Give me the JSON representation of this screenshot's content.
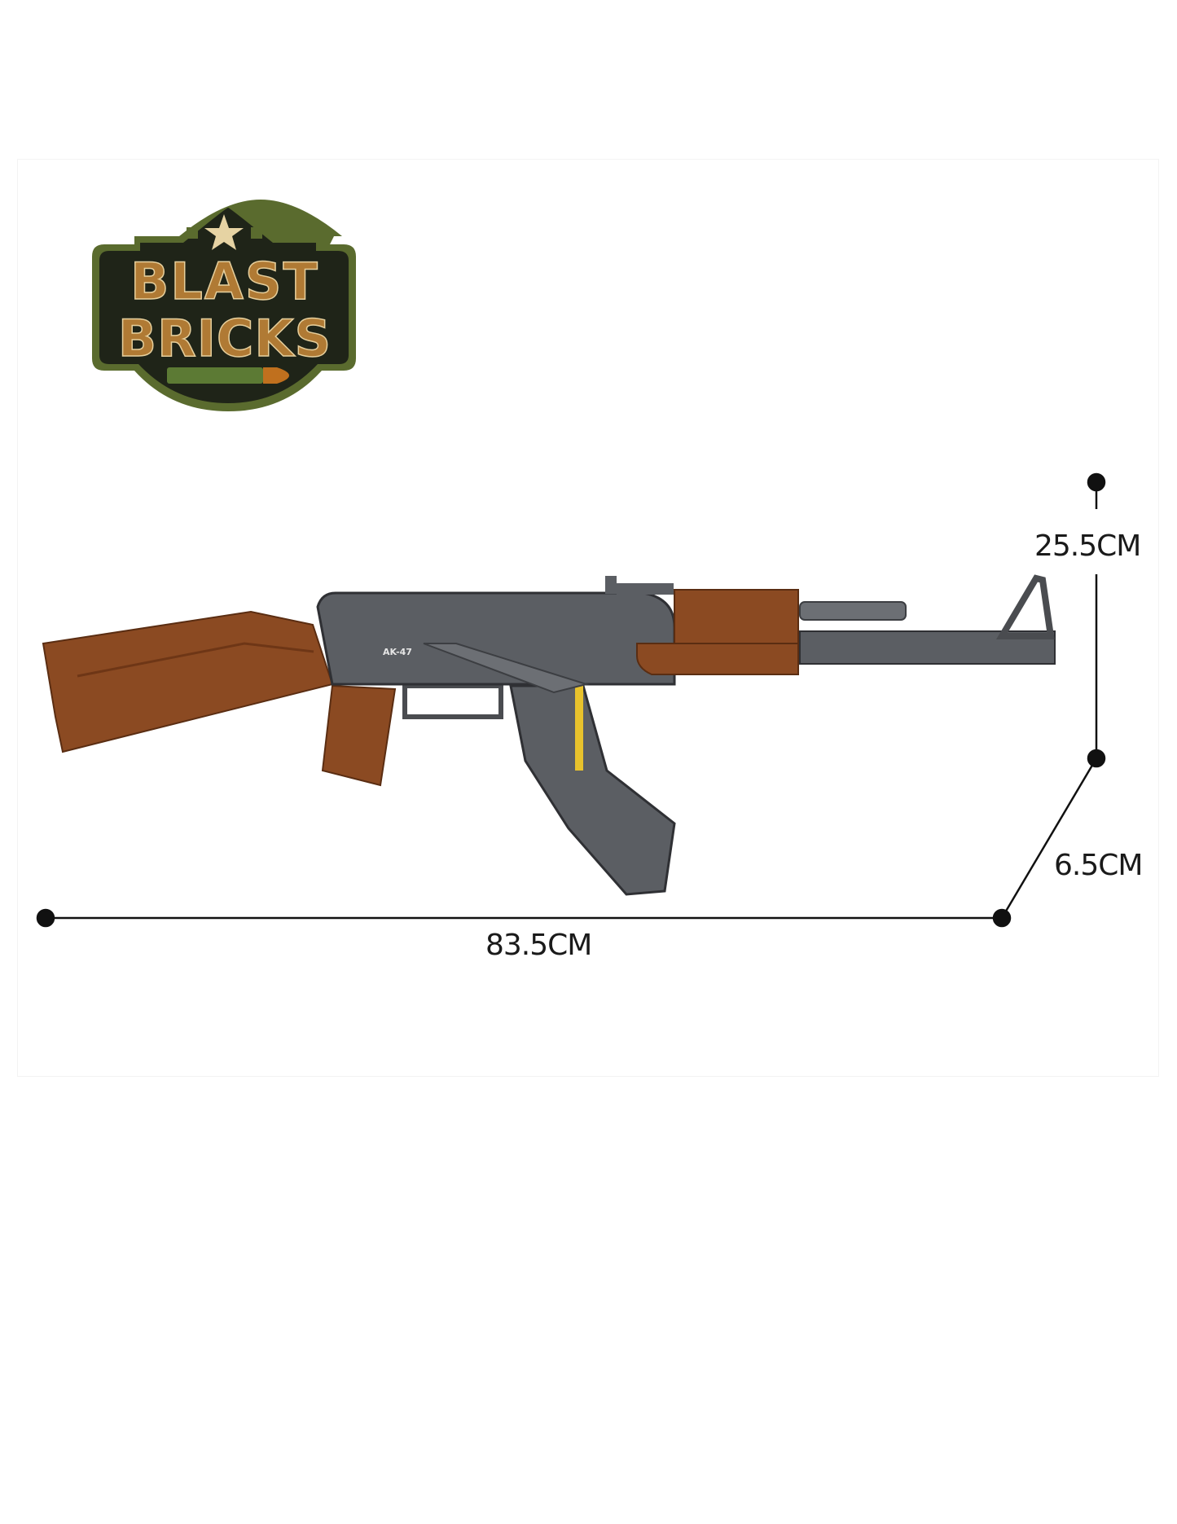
{
  "logo": {
    "line1": "BLAST",
    "line2": "BRICKS",
    "colors": {
      "outer": "#1f2418",
      "ring": "#5a6b2e",
      "letters": "#b07a34",
      "studs": "#e6cf9c",
      "star": "#e6d3a3",
      "bullet_case": "#5c7a34",
      "bullet_tip": "#c0701e"
    }
  },
  "product": {
    "marking": "AK-47",
    "colors": {
      "wood": "#8b4a22",
      "wood_dark": "#6e3616",
      "body": "#5b5e63",
      "body_dark": "#3c3e42",
      "accent": "#e8c22c"
    }
  },
  "dimensions": {
    "height": "25.5CM",
    "depth": "6.5CM",
    "length": "83.5CM"
  }
}
